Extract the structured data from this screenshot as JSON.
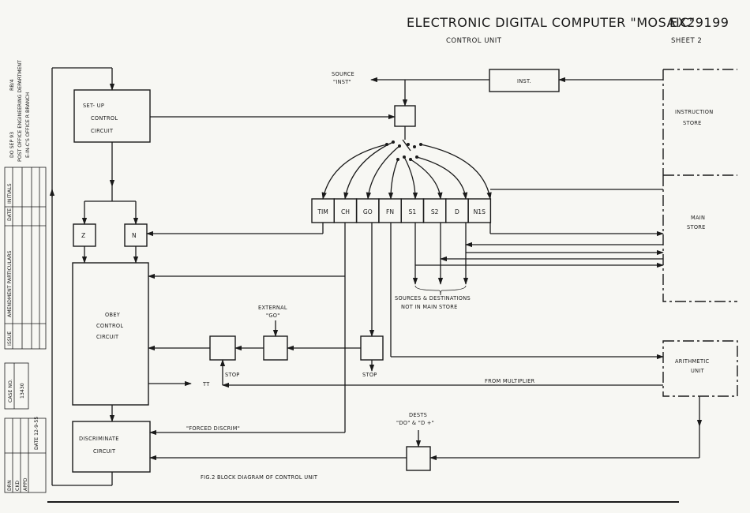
{
  "header": {
    "title": "ELECTRONIC  DIGITAL  COMPUTER  \"MOSAIC\"",
    "number": "EX29199",
    "subtitle": "CONTROL  UNIT",
    "sheet": "SHEET 2"
  },
  "blocks": {
    "setup": [
      "SET- UP",
      "CONTROL",
      "CIRCUIT"
    ],
    "z": "Z",
    "n": "N",
    "obey": [
      "OBEY",
      "CONTROL",
      "CIRCUIT"
    ],
    "discriminate": [
      "DISCRIMINATE",
      "CIRCUIT"
    ],
    "inst": "INST.",
    "instruction_store": [
      "INSTRUCTION",
      "STORE"
    ],
    "main_store": [
      "MAIN",
      "STORE"
    ],
    "arithmetic": [
      "ARITHMETIC",
      "UNIT"
    ]
  },
  "registers": [
    "TIM",
    "CH",
    "GO",
    "FN",
    "S1",
    "S2",
    "D",
    "N1S"
  ],
  "labels": {
    "source_inst": [
      "SOURCE",
      "\"INST\""
    ],
    "external_go": [
      "EXTERNAL",
      "\"GO\""
    ],
    "stop1": "STOP",
    "stop2": "STOP",
    "tt": "TT",
    "from_multiplier": "FROM   MULTIPLIER",
    "forced_discrim": "\"FORCED DISCRIM\"",
    "dests": [
      "DESTS",
      "\"DO\" & \"D +\""
    ],
    "sources_dests": [
      "SOURCES  &  DESTINATIONS",
      "NOT  IN  MAIN  STORE"
    ],
    "caption": "FIG.2   BLOCK   DIAGRAM   OF   CONTROL   UNIT"
  },
  "stamp": {
    "dept": [
      "DO  SEP 93",
      "POST OFFICE ENGINEERING DEPARTMENT",
      "E-IN-C'S OFFICE R BRANCH",
      "RB/4"
    ],
    "amend_headers": [
      "ISSUE",
      "AMENDMENT  PARTICULARS",
      "DATE",
      "INITIALS"
    ],
    "case_no_label": "CASE NO.",
    "case_no": "13430",
    "drn": [
      "DRN",
      "CKD",
      "APPD"
    ],
    "date": "DATE 12-9-55"
  }
}
